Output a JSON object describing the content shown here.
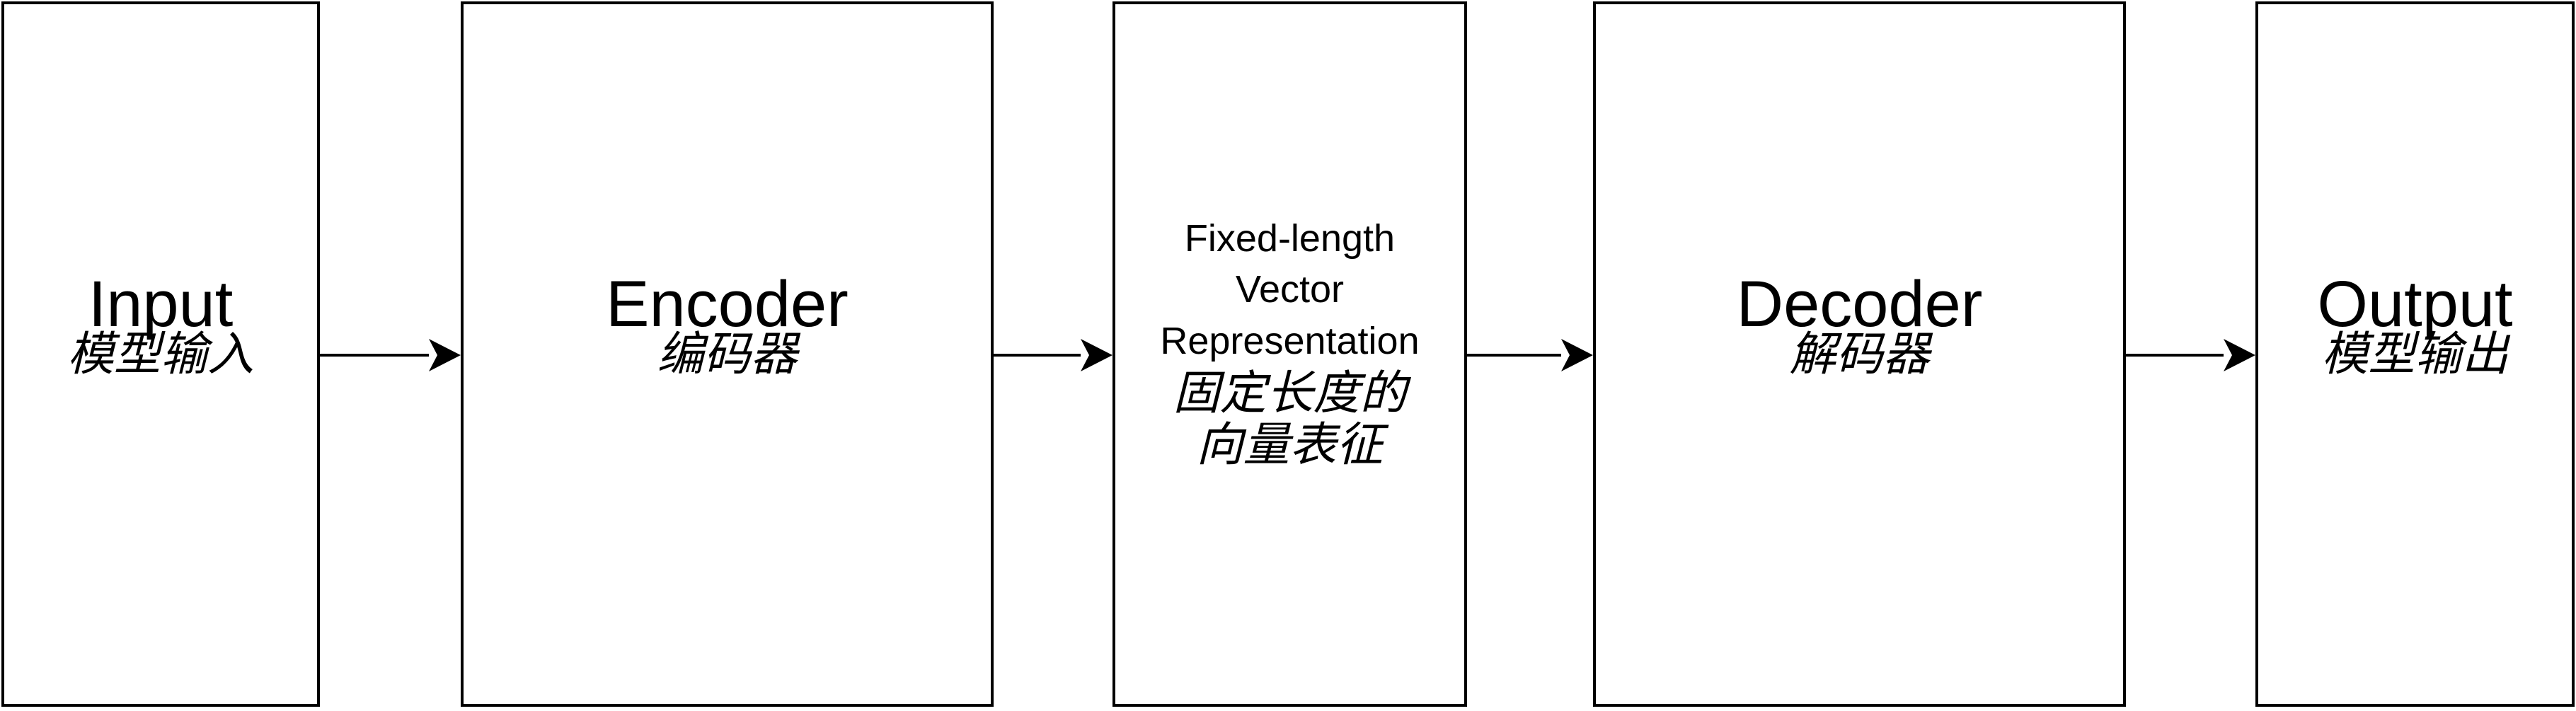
{
  "diagram": {
    "nodes": [
      {
        "id": "input",
        "title": "Input",
        "subtitle": "模型输入"
      },
      {
        "id": "encoder",
        "title": "Encoder",
        "subtitle": "编码器"
      },
      {
        "id": "vector",
        "title": "Fixed-length\nVector\nRepresentation",
        "subtitle": "固定长度的\n向量表征"
      },
      {
        "id": "decoder",
        "title": "Decoder",
        "subtitle": "解码器"
      },
      {
        "id": "output",
        "title": "Output",
        "subtitle": "模型输出"
      }
    ],
    "edges": [
      {
        "from": "input",
        "to": "encoder"
      },
      {
        "from": "encoder",
        "to": "vector"
      },
      {
        "from": "vector",
        "to": "decoder"
      },
      {
        "from": "decoder",
        "to": "output"
      }
    ],
    "colors": {
      "stroke": "#000000",
      "background": "#ffffff"
    }
  }
}
